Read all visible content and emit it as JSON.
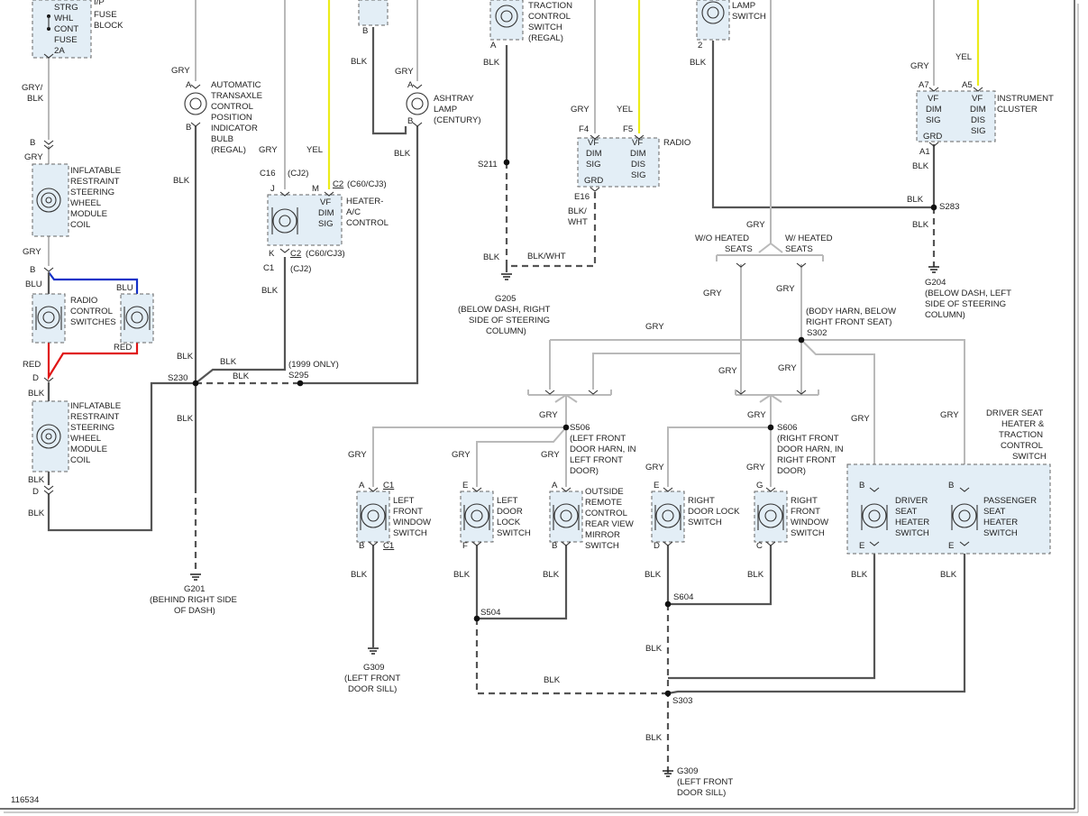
{
  "colors": {
    "gray_wire": "#b9b9b9",
    "black_wire": "#555555",
    "yellow_wire": "#ecec1a",
    "blue_wire": "#1432c8",
    "red_wire": "#e01515",
    "component_fill": "#e3eef6"
  },
  "wire_labels": {
    "gry": "GRY",
    "blk": "BLK",
    "yel": "YEL",
    "blu": "BLU",
    "red": "RED",
    "gry_blk_1": "GRY/",
    "gry_blk_2": "BLK",
    "blk_wht_1": "BLK/",
    "blk_wht_2": "WHT",
    "blk_wht": "BLK/WHT"
  },
  "pins": {
    "A": "A",
    "B": "B",
    "C": "C",
    "D": "D",
    "E": "E",
    "F": "F",
    "G": "G",
    "J": "J",
    "K": "K",
    "M": "M",
    "A1": "A1",
    "A5": "A5",
    "A7": "A7",
    "E16": "E16",
    "F4": "F4",
    "F5": "F5",
    "C1": "C1",
    "C2": "C2",
    "C16": "C16",
    "n2": "2"
  },
  "fuse_block": [
    "STRG",
    "WHL",
    "CONT",
    "FUSE",
    "2A"
  ],
  "fuse_block_title": [
    "I/P",
    "FUSE",
    "BLOCK"
  ],
  "components": {
    "trans_ind": [
      "AUTOMATIC",
      "TRANSAXLE",
      "CONTROL",
      "POSITION",
      "INDICATOR",
      "BULB",
      "(REGAL)"
    ],
    "ashtray": [
      "ASHTRAY",
      "LAMP",
      "(CENTURY)"
    ],
    "traction": [
      "TRACTION",
      "CONTROL",
      "SWITCH",
      "(REGAL)"
    ],
    "lamp_switch": [
      "LAMP",
      "SWITCH"
    ],
    "instrument": [
      "INSTRUMENT",
      "CLUSTER"
    ],
    "radio": "RADIO",
    "heater_ac": [
      "HEATER-",
      "A/C",
      "CONTROL"
    ],
    "airbag_upper": [
      "INFLATABLE",
      "RESTRAINT",
      "STEERING",
      "WHEEL",
      "MODULE",
      "COIL"
    ],
    "radio_sw": [
      "RADIO",
      "CONTROL",
      "SWITCHES"
    ],
    "airbag_lower": [
      "INFLATABLE",
      "RESTRAINT",
      "STEERING",
      "WHEEL",
      "MODULE",
      "COIL"
    ],
    "lf_window": [
      "LEFT",
      "FRONT",
      "WINDOW",
      "SWITCH"
    ],
    "lf_lock": [
      "LEFT",
      "DOOR",
      "LOCK",
      "SWITCH"
    ],
    "mirror": [
      "OUTSIDE",
      "REMOTE",
      "CONTROL",
      "REAR VIEW",
      "MIRROR",
      "SWITCH"
    ],
    "rf_lock": [
      "RIGHT",
      "DOOR LOCK",
      "SWITCH"
    ],
    "rf_window": [
      "RIGHT",
      "FRONT",
      "WINDOW",
      "SWITCH"
    ],
    "seat_ctrl": [
      "DRIVER SEAT",
      "HEATER &",
      "TRACTION",
      "CONTROL",
      "SWITCH"
    ],
    "drv_seat": [
      "DRIVER",
      "SEAT",
      "HEATER",
      "SWITCH"
    ],
    "pass_seat": [
      "PASSENGER",
      "SEAT",
      "HEATER",
      "SWITCH"
    ]
  },
  "pin_text": {
    "vf": "VF",
    "dim": "DIM",
    "sig": "SIG",
    "dis": "DIS",
    "grd": "GRD"
  },
  "connector_notes": {
    "cj2": "(CJ2)",
    "c60cj3": "(C60/CJ3)",
    "only1999": "(1999 ONLY)",
    "wo_heated_1": "W/O HEATED",
    "wo_heated_2": "SEATS",
    "w_heated_1": "W/ HEATED",
    "w_heated_2": "SEATS"
  },
  "splices": {
    "s211": "S211",
    "s283": "S283",
    "s230": "S230",
    "s295": "S295",
    "s302": "S302",
    "s506": "S506",
    "s606": "S606",
    "s504": "S504",
    "s604": "S604",
    "s303": "S303"
  },
  "splice_notes": {
    "s302": [
      "(BODY HARN, BELOW",
      "RIGHT FRONT SEAT)"
    ],
    "s506": [
      "(LEFT FRONT",
      "DOOR HARN, IN",
      "LEFT FRONT",
      "DOOR)"
    ],
    "s606": [
      "(RIGHT FRONT",
      "DOOR HARN, IN",
      "RIGHT FRONT",
      "DOOR)"
    ]
  },
  "grounds": {
    "g205": [
      "G205",
      "(BELOW DASH, RIGHT",
      "SIDE OF STEERING",
      "COLUMN)"
    ],
    "g204": [
      "G204",
      "(BELOW DASH, LEFT",
      "SIDE OF STEERING",
      "COLUMN)"
    ],
    "g201": [
      "G201",
      "(BEHIND RIGHT SIDE",
      "OF DASH)"
    ],
    "g309a": [
      "G309",
      "(LEFT FRONT",
      "DOOR SILL)"
    ],
    "g309b": [
      "G309",
      "(LEFT FRONT",
      "DOOR SILL)"
    ]
  },
  "figure_id": "116534"
}
